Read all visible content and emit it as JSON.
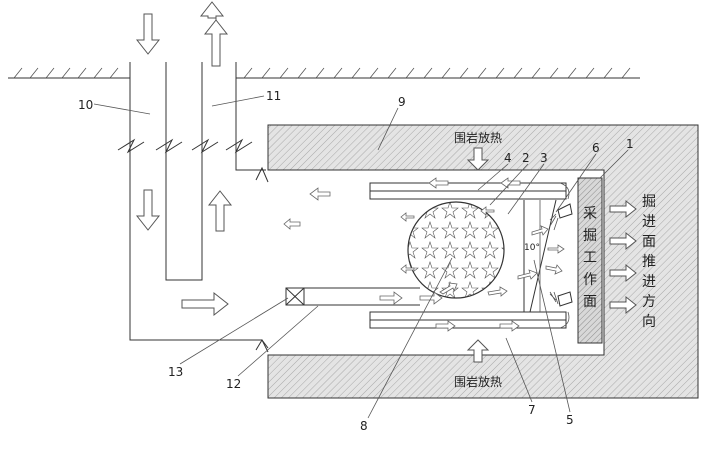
{
  "labels": {
    "n1": "1",
    "n2": "2",
    "n3": "3",
    "n4": "4",
    "n5": "5",
    "n6": "6",
    "n7": "7",
    "n8": "8",
    "n9": "9",
    "n10": "10",
    "n11": "11",
    "n12": "12",
    "n13": "13",
    "angle": "10°",
    "heat_top": "围岩放热",
    "heat_bottom": "围岩放热",
    "workface": [
      "采",
      "掘",
      "工",
      "作",
      "面"
    ],
    "advance": [
      "掘",
      "进",
      "面",
      "推",
      "进",
      "方",
      "向"
    ]
  },
  "colors": {
    "line": "#333333",
    "hatch": "#9a9a9a",
    "rock_fill": "#e2e2e2",
    "workface_fill": "#d6d6d6"
  }
}
